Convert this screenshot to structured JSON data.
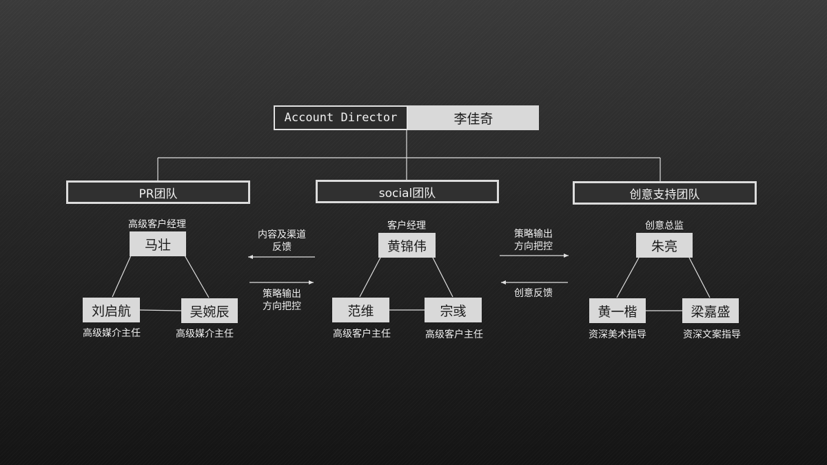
{
  "director": {
    "title": "Account Director",
    "name": "李佳奇"
  },
  "teams": [
    {
      "name": "PR团队",
      "lead": {
        "role": "高级客户经理",
        "name": "马壮"
      },
      "members": [
        {
          "name": "刘启航",
          "role": "高级媒介主任"
        },
        {
          "name": "吴婉辰",
          "role": "高级媒介主任"
        }
      ]
    },
    {
      "name": "social团队",
      "lead": {
        "role": "客户经理",
        "name": "黄锦伟"
      },
      "members": [
        {
          "name": "范维",
          "role": "高级客户主任"
        },
        {
          "name": "宗彧",
          "role": "高级客户主任"
        }
      ]
    },
    {
      "name": "创意支持团队",
      "lead": {
        "role": "创意总监",
        "name": "朱亮"
      },
      "members": [
        {
          "name": "黄一楷",
          "role": "资深美术指导"
        },
        {
          "name": "梁嘉盛",
          "role": "资深文案指导"
        }
      ]
    }
  ],
  "flows": {
    "social_to_pr": [
      "内容及渠道",
      "反馈"
    ],
    "pr_to_social": [
      "策略输出",
      "方向把控"
    ],
    "social_to_creative": [
      "策略输出",
      "方向把控"
    ],
    "creative_to_social": [
      "创意反馈"
    ]
  },
  "colors": {
    "line": "#e0e0e0",
    "box_fill": "#d9d9d9",
    "text": "#f0f0f0"
  }
}
